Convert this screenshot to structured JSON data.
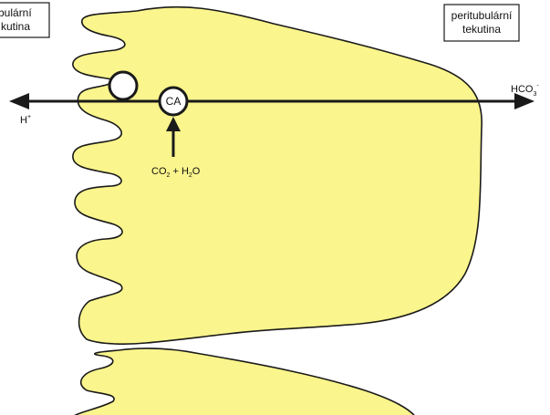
{
  "labels": {
    "left_box_line1": "bulární",
    "left_box_line2": "kutina",
    "right_box_line1": "peritubulární",
    "right_box_line2": "tekutina",
    "enzyme": "CA",
    "left_ion_base": "H",
    "left_ion_charge": "+",
    "right_ion_base": "HCO",
    "right_ion_sub": "3",
    "right_ion_charge": "-",
    "reactant_co": "CO",
    "reactant_co_sub": "2",
    "reactant_plus": " + H",
    "reactant_h_sub": "2",
    "reactant_o": "O"
  },
  "colors": {
    "cell_fill": "#FAF58C",
    "outline": "#1a1a1a"
  }
}
